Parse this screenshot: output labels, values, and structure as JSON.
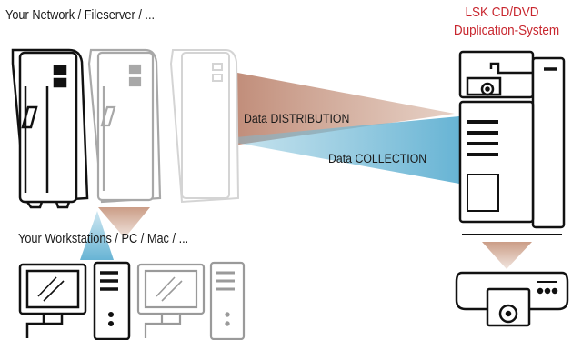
{
  "labels": {
    "network": "Your Network / Fileserver / ...",
    "workstations": "Your Workstations / PC / Mac / ...",
    "system_line1": "LSK CD/DVD",
    "system_line2": "Duplication-System",
    "distribution": "Data DISTRIBUTION",
    "collection": "Data COLLECTION"
  },
  "colors": {
    "distribution_beam": "#c89880",
    "collection_beam": "#7fbfd8",
    "title_red": "#c8262e",
    "outline": "#111111",
    "faded_outline": "#9a9a9a"
  },
  "icons": [
    "server-icon",
    "workstation-icon",
    "duplicator-tower-icon",
    "disc-printer-icon"
  ]
}
